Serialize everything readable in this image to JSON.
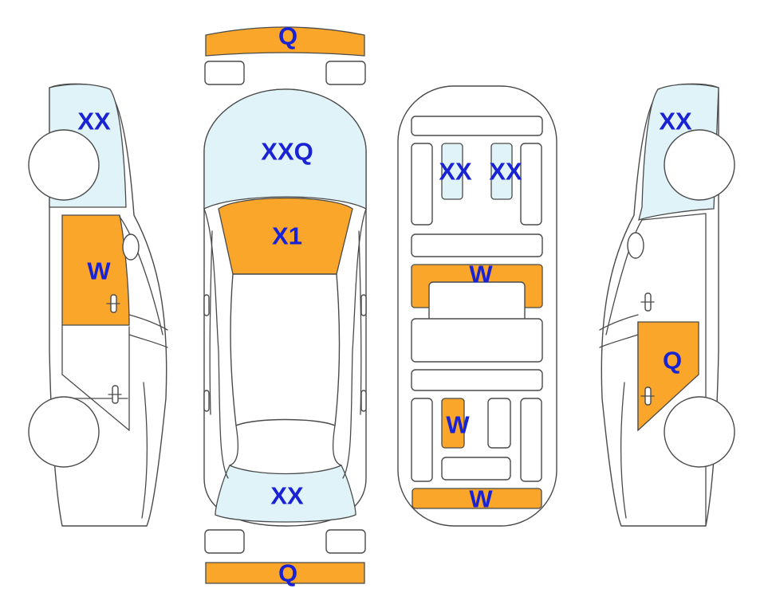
{
  "colors": {
    "damage_orange": "#f9a62b",
    "glass_blue": "#dff3f9",
    "outline": "#4a4a4a",
    "label_blue": "#1a23d4"
  },
  "labels": {
    "front_bumper": "Q",
    "rear_bumper": "Q",
    "windshield": "XXQ",
    "hood": "X1",
    "rear_glass": "XX",
    "left_window": "XX",
    "left_front_door": "W",
    "right_window": "XX",
    "right_rear_door": "Q",
    "interior_seat_left": "XX",
    "interior_seat_right": "XX",
    "interior_floor_front": "W",
    "interior_center": "W",
    "interior_trunk": "W"
  }
}
